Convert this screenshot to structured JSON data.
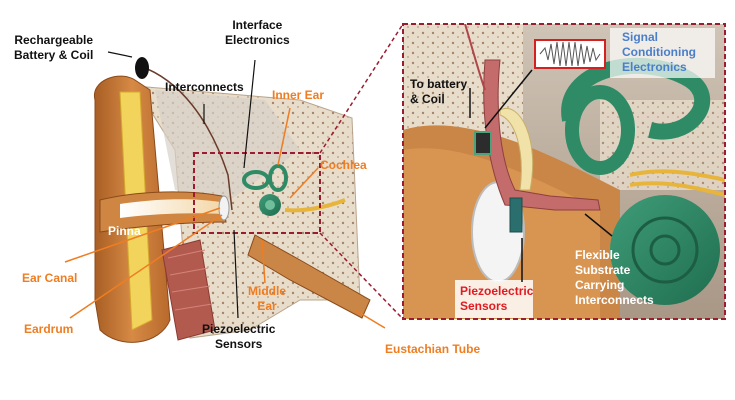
{
  "labels": {
    "battery_coil": [
      "Rechargeable",
      "Battery & Coil"
    ],
    "interface_electronics": [
      "Interface",
      "Electronics"
    ],
    "interconnects": "Interconnects",
    "inner_ear": "Inner Ear",
    "cochlea": "Cochlea",
    "pinna": "Pinna",
    "ear_canal": "Ear Canal",
    "eardrum": "Eardrum",
    "middle_ear": [
      "Middle",
      "Ear"
    ],
    "piezo_sensors_left": [
      "Piezoelectric",
      "Sensors"
    ],
    "eustachian_tube": "Eustachian Tube",
    "to_battery_coil": [
      "To battery",
      "& Coil"
    ],
    "signal_conditioning": [
      "Signal",
      "Conditioning",
      "Electronics"
    ],
    "flexible_substrate": [
      "Flexible",
      "Substrate",
      "Carrying",
      "Interconnects"
    ],
    "piezo_sensors_right": [
      "Piezoelectric",
      "Sensors"
    ]
  },
  "colors": {
    "label_orange": "#ef7d22",
    "label_blue": "#4a7ec9",
    "label_red": "#e01b22",
    "zoom_frame": "#9b1b30",
    "skin": "#c77a37",
    "bone": "#e8dccb",
    "cochlea_green": "#2f8a66"
  }
}
